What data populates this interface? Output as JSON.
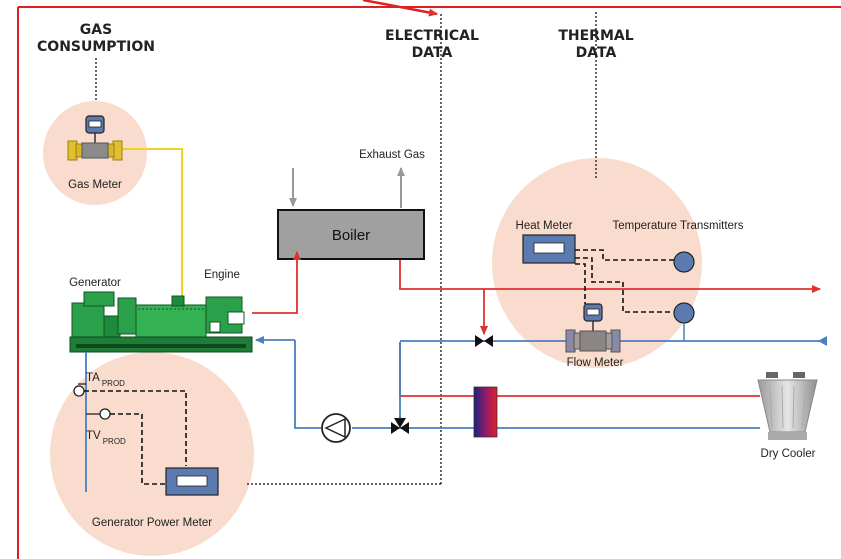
{
  "headers": {
    "gas_line1": "GAS",
    "gas_line2": "CONSUMPTION",
    "electrical_line1": "ELECTRICAL",
    "electrical_line2": "DATA",
    "thermal_line1": "THERMAL",
    "thermal_line2": "DATA"
  },
  "labels": {
    "gas_meter": "Gas Meter",
    "exhaust_gas": "Exhaust Gas",
    "boiler": "Boiler",
    "generator": "Generator",
    "engine": "Engine",
    "heat_meter": "Heat Meter",
    "temperature_transmitters": "Temperature Transmitters",
    "flow_meter": "Flow Meter",
    "dry_cooler": "Dry Cooler",
    "generator_power_meter": "Generator Power Meter",
    "ta": "TA",
    "tv": "TV",
    "prod": "PROD"
  },
  "colors": {
    "frame": "#e02020",
    "hot_line": "#e03030",
    "cold_line": "#4a7fc1",
    "gas_line": "#f0d020",
    "zone_fill": "#f9dccd",
    "generator_green": "#2aa04a",
    "boiler_fill": "#a0a0a0"
  }
}
